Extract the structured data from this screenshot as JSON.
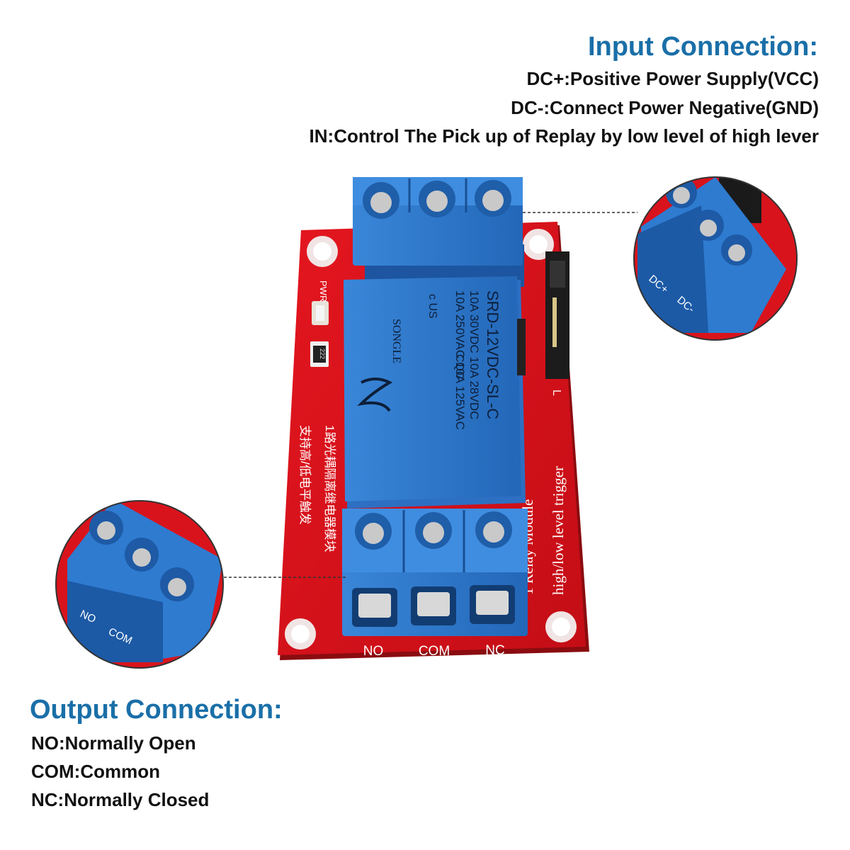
{
  "input": {
    "title": "Input Connection:",
    "lines": [
      "DC+:Positive Power Supply(VCC)",
      "DC-:Connect Power Negative(GND)",
      "IN:Control The Pick up of Replay by low level of high lever"
    ]
  },
  "output": {
    "title": "Output Connection:",
    "lines": [
      "NO:Normally Open",
      "COM:Common",
      "NC:Normally Closed"
    ]
  },
  "board": {
    "relay_brand": "SONGLE",
    "relay_model": "SRD-12VDC-SL-C",
    "relay_spec_1": "10A 250VAC  10A 125VAC",
    "relay_spec_2": "10A  30VDC  10A  28VDC",
    "relay_cert_mark": "CQC",
    "relay_ul_mark": "c  US",
    "board_label_1": "1 Relay   Module",
    "board_label_2": "high/low level trigger",
    "chinese_label_1": "1路光耦隔离继电器模块",
    "chinese_label_2": "支持高/低电平触发",
    "pwr_label": "PWR",
    "resistor_label": "222",
    "jumper_label": "L",
    "terminal_labels": [
      "NO",
      "COM",
      "NC"
    ],
    "zoom_input_labels": [
      "DC+",
      "DC-"
    ],
    "zoom_output_labels": [
      "NO",
      "COM"
    ]
  },
  "colors": {
    "heading": "#1a6fa8",
    "board_red": "#d9131c",
    "terminal_blue": "#2f7fd1",
    "relay_blue": "#3b7fd6"
  }
}
